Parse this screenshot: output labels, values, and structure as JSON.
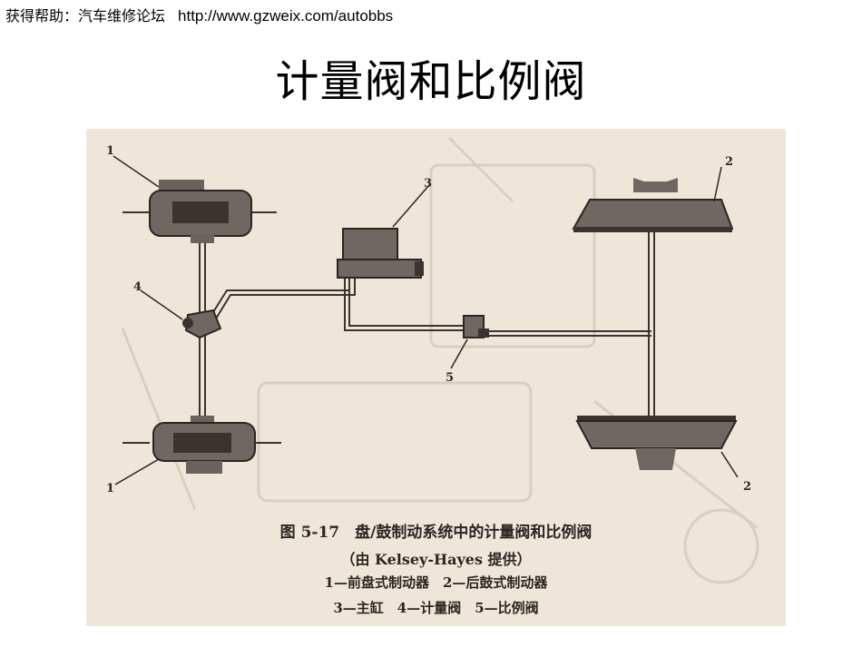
{
  "header": {
    "text": "获得帮助：汽车维修论坛",
    "url": "http://www.gzweix.com/autobbs"
  },
  "title": "计量阀和比例阀",
  "figure": {
    "labels": {
      "front_top": "1",
      "front_bottom": "1",
      "rear_top": "2",
      "rear_bottom": "2",
      "master": "3",
      "metering": "4",
      "proportioning": "5"
    },
    "caption": {
      "line1": "图 5-17　盘/鼓制动系统中的计量阀和比例阀",
      "line2": "（由 Kelsey-Hayes 提供）",
      "line3": "1—前盘式制动器　2—后鼓式制动器",
      "line4": "3—主缸　4—计量阀　5—比例阀"
    }
  }
}
